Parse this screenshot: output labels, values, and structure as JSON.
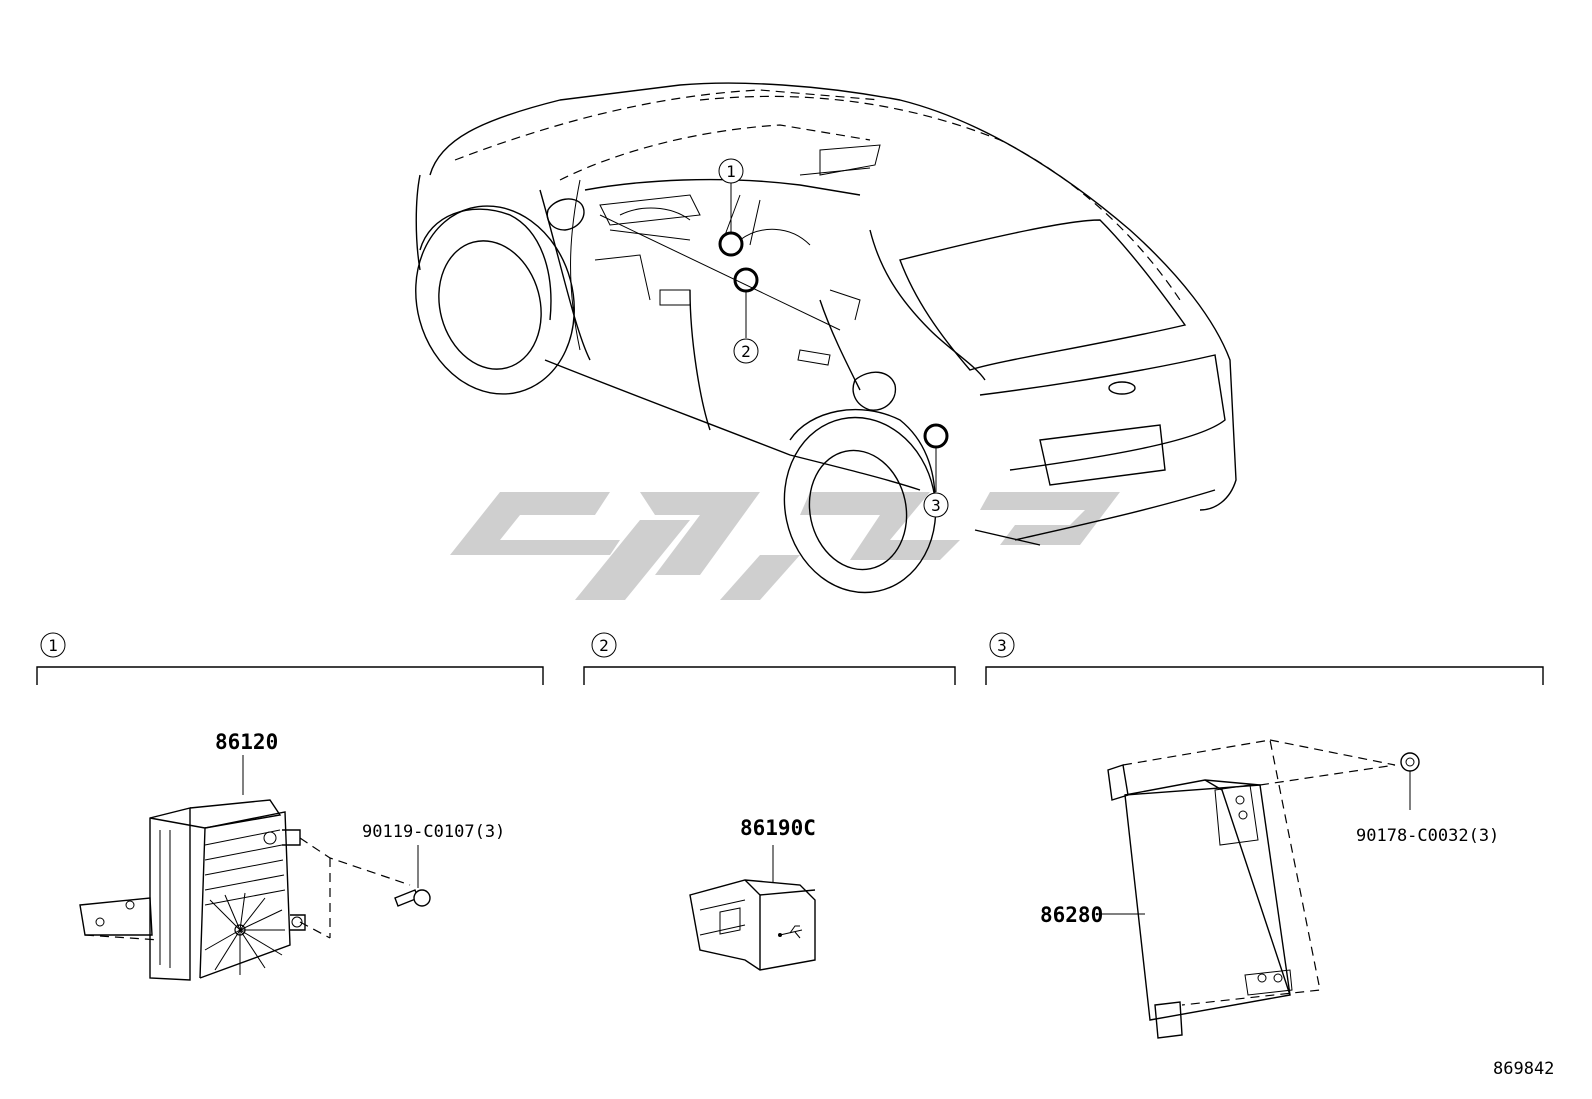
{
  "diagram_number": "869842",
  "callouts": [
    "1",
    "2",
    "3"
  ],
  "groups": [
    {
      "id": "1",
      "parts": [
        {
          "number": "86120"
        },
        {
          "number": "90119-C0107(3)"
        }
      ]
    },
    {
      "id": "2",
      "parts": [
        {
          "number": "86190C"
        }
      ]
    },
    {
      "id": "3",
      "parts": [
        {
          "number": "86280"
        },
        {
          "number": "90178-C0032(3)"
        }
      ]
    }
  ]
}
